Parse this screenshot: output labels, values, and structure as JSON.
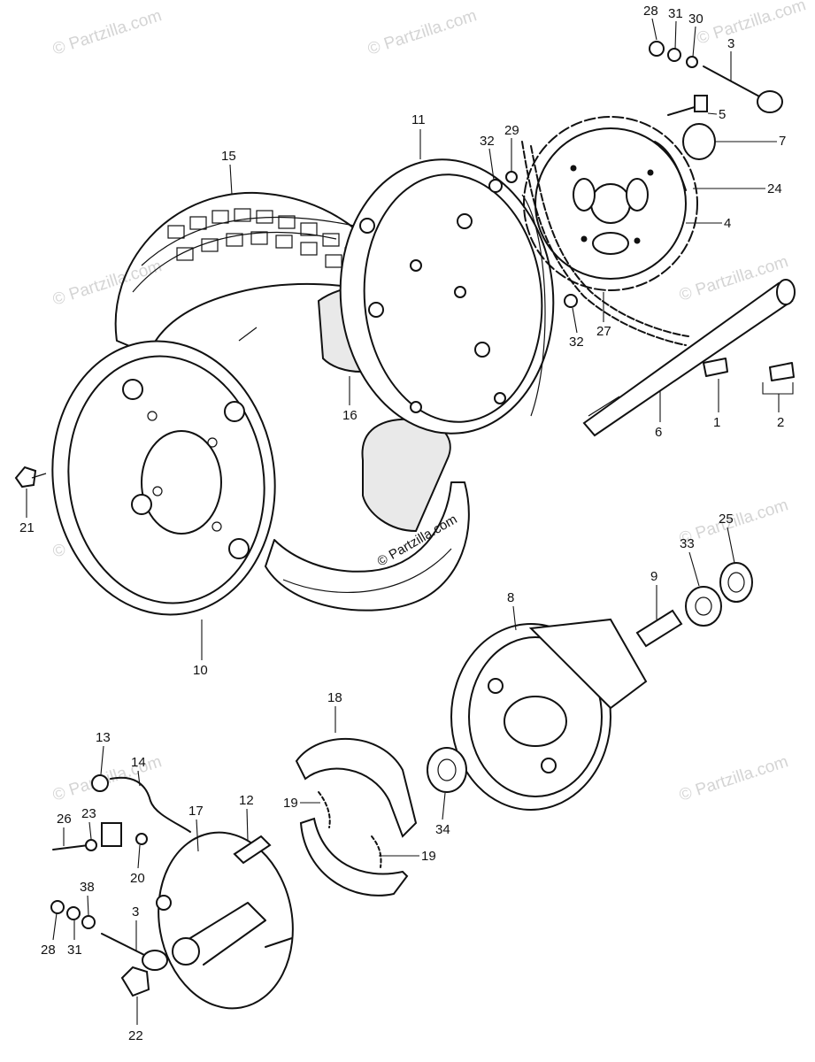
{
  "watermark": "© Partzilla.com",
  "center_watermark": "© Partzilla.com",
  "callouts": [
    "28",
    "31",
    "30",
    "3",
    "5",
    "7",
    "24",
    "4",
    "11",
    "32",
    "29",
    "15",
    "32",
    "27",
    "1",
    "2",
    "6",
    "16",
    "21",
    "10",
    "25",
    "33",
    "9",
    "8",
    "18",
    "13",
    "14",
    "26",
    "23",
    "12",
    "19",
    "17",
    "19",
    "20",
    "34",
    "38",
    "28",
    "31",
    "3",
    "22"
  ]
}
